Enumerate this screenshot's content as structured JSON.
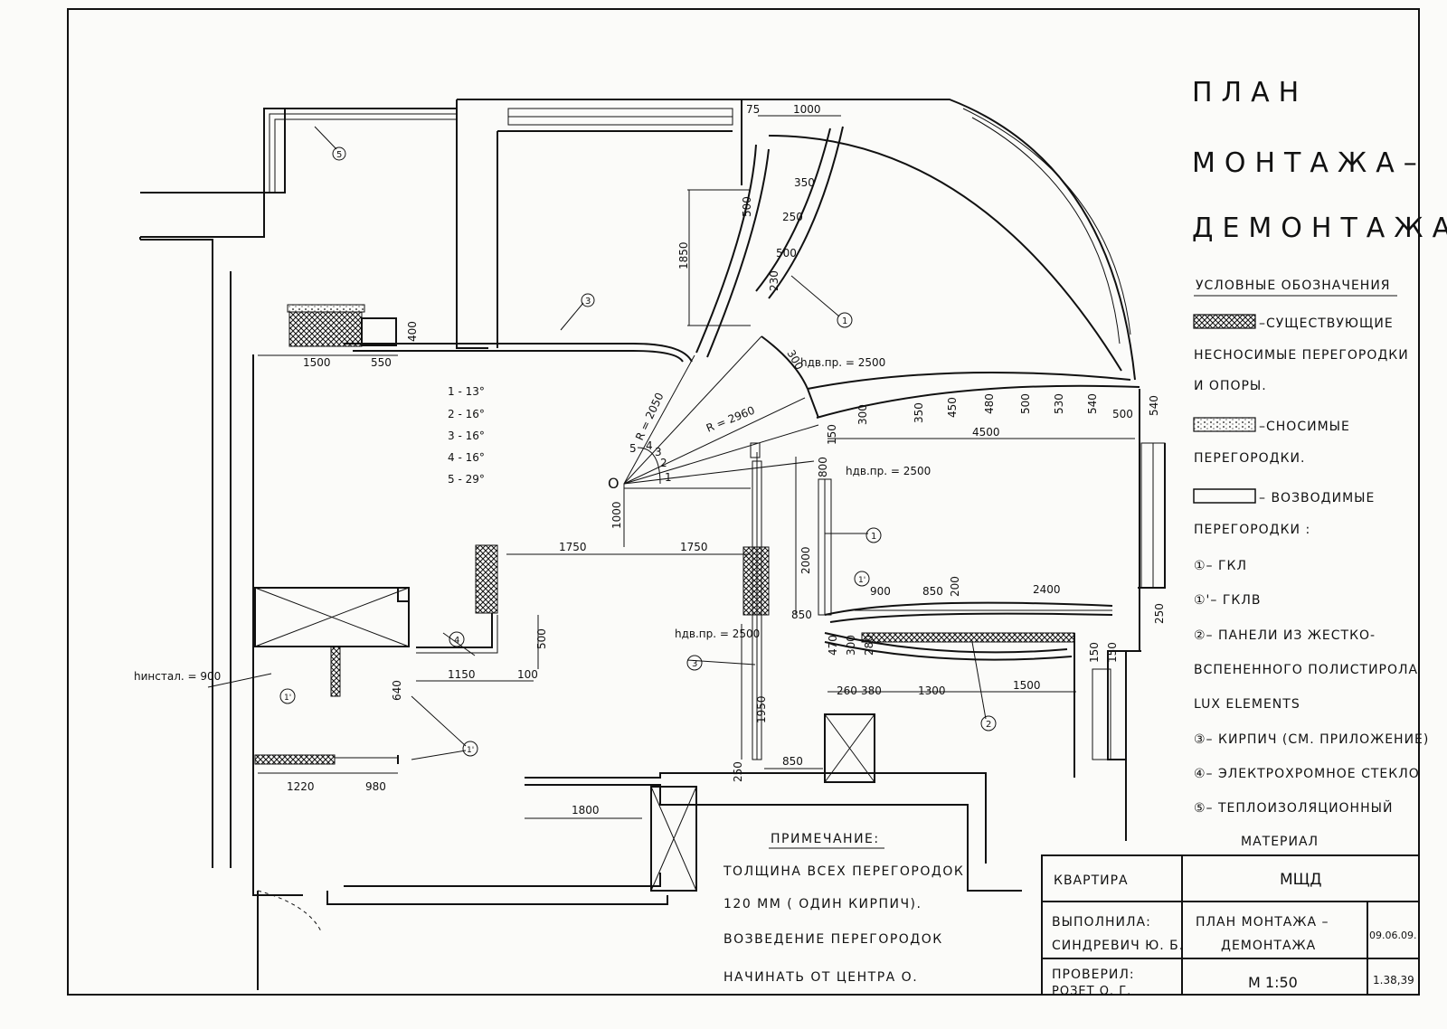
{
  "title": [
    "ПЛАН",
    "МОНТАЖА–",
    "ДЕМОНТАЖА"
  ],
  "legend": {
    "heading": "УСЛОВНЫЕ ОБОЗНАЧЕНИЯ",
    "existing": [
      "–СУЩЕСТВУЮЩИЕ",
      "НЕСНОСИМЫЕ ПЕРЕГОРОДКИ",
      "И ОПОРЫ."
    ],
    "demolish": [
      "–СНОСИМЫЕ",
      "ПЕРЕГОРОДКИ."
    ],
    "erect": [
      "– ВОЗВОДИМЫЕ",
      "ПЕРЕГОРОДКИ :"
    ],
    "items": [
      "①– ГКЛ",
      "①'– ГКЛВ",
      "②– ПАНЕЛИ ИЗ ЖЕСТКО-",
      "ВСПЕНЕННОГО ПОЛИСТИРОЛА",
      "LUX ELEMENTS",
      "③– КИРПИЧ (СМ. ПРИЛОЖЕНИЕ)",
      "④– ЭЛЕКТРОХРОМНОЕ СТЕКЛО",
      "⑤– ТЕПЛОИЗОЛЯЦИОННЫЙ",
      "МАТЕРИАЛ"
    ]
  },
  "note": {
    "heading": "ПРИМЕЧАНИЕ:",
    "lines": [
      "ТОЛЩИНА ВСЕХ ПЕРЕГОРОДОК",
      "120 ММ ( ОДИН КИРПИЧ).",
      "ВОЗВЕДЕНИЕ ПЕРЕГОРОДОК",
      "НАЧИНАТЬ ОТ ЦЕНТРА О."
    ]
  },
  "angles": [
    "1 - 13°",
    "2 - 16°",
    "3 - 16°",
    "4 - 16°",
    "5 - 29°"
  ],
  "center_label": "О",
  "dims": {
    "d75": "75",
    "d1000a": "1000",
    "d350": "350",
    "d250": "250",
    "d500a": "500",
    "d500b": "500",
    "d230": "230",
    "d1850": "1850",
    "d400": "400",
    "d1500a": "1500",
    "d550": "550",
    "d300a": "300",
    "hdv1": "hдв.пр. = 2500",
    "hdv2": "hдв.пр. = 2500",
    "hdv3": "hдв.пр. = 2500",
    "r2050": "R = 2050",
    "r2960": "R = 2960",
    "d300b": "300",
    "d350b": "350",
    "d450": "450",
    "d480": "480",
    "d500c": "500",
    "d530": "530",
    "d540a": "540",
    "d500d": "500",
    "d540b": "540",
    "d150a": "150",
    "d4500": "4500",
    "d800": "800",
    "d1000b": "1000",
    "d1750a": "1750",
    "d1750b": "1750",
    "d2000": "2000",
    "d900": "900",
    "d850a": "850",
    "d200": "200",
    "d2400": "2400",
    "d250b": "250",
    "d850b": "850",
    "d500e": "500",
    "d1150": "1150",
    "d100": "100",
    "d640": "640",
    "d470": "470",
    "d300c": "300",
    "d280": "280",
    "d260": "260",
    "d380": "380",
    "d1300": "1300",
    "d1500b": "1500",
    "d150b": "150",
    "d150c": "150",
    "d1950": "1950",
    "d250c": "250",
    "d850c": "850",
    "d1220": "1220",
    "d980": "980",
    "d1800": "1800",
    "hinst": "hинстал. = 900"
  },
  "markers": [
    "1",
    "1'",
    "2",
    "3",
    "4",
    "5"
  ],
  "arc_marks": [
    "1",
    "2",
    "3",
    "4",
    "5"
  ],
  "title_block": {
    "kv_label": "КВАРТИРА",
    "kv_value": "МЩД",
    "done_label": "ВЫПОЛНИЛА:",
    "done_name": "СИНДРЕВИЧ Ю. Б.",
    "sheet_title": [
      "ПЛАН МОНТАЖА –",
      "ДЕМОНТАЖА"
    ],
    "date": "09.06.09.",
    "check_label": "ПРОВЕРИЛ:",
    "check_name": "РОЗЕТ О. Г.",
    "scale": "М 1:50",
    "code": "1.38,39"
  }
}
